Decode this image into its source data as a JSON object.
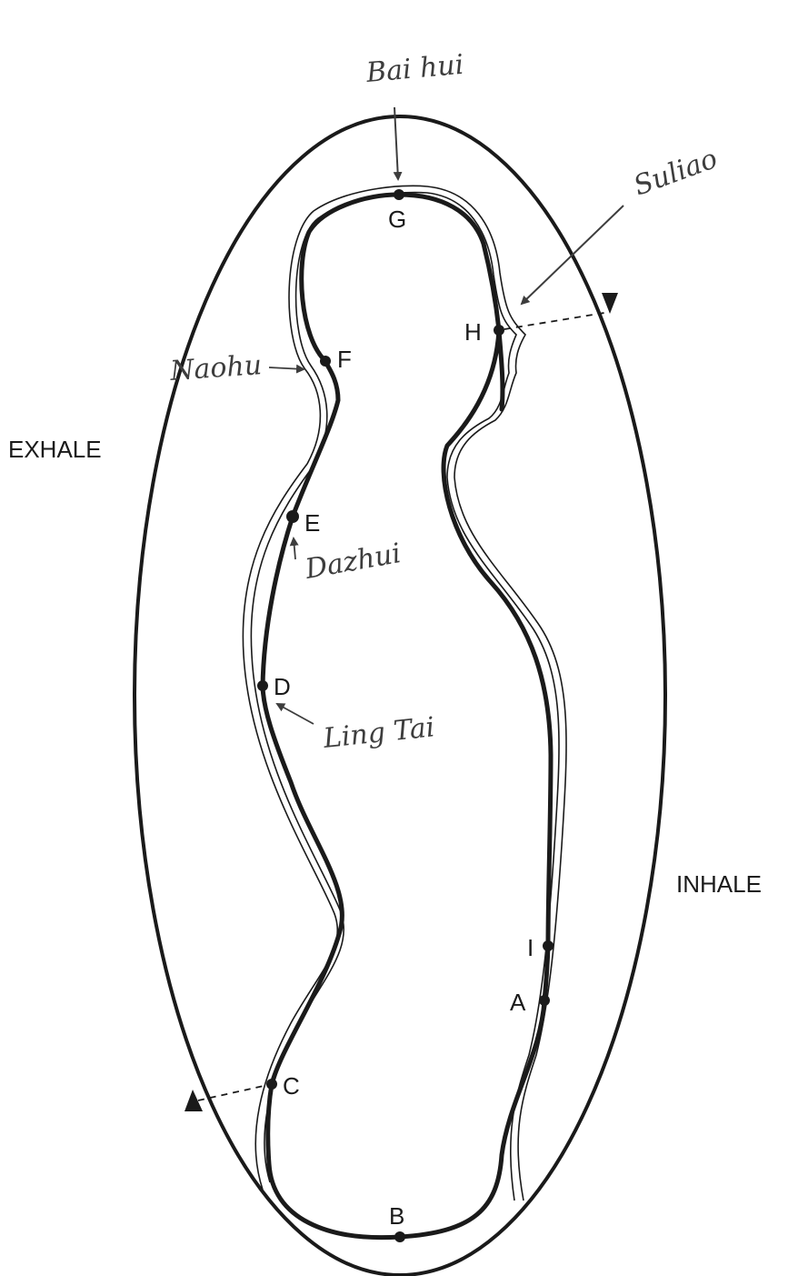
{
  "side_labels": {
    "exhale": "EXHALE",
    "inhale": "INHALE"
  },
  "points": {
    "A": "A",
    "B": "B",
    "C": "C",
    "D": "D",
    "E": "E",
    "F": "F",
    "G": "G",
    "H": "H",
    "I": "I"
  },
  "annotations": {
    "baihui": "Bai hui",
    "suliao": "Suliao",
    "naohu": "Naohu",
    "dazhui": "Dazhui",
    "lingtai": "Ling Tai"
  },
  "colors": {
    "ink": "#1a1a1a",
    "pencil": "#3d3d3d",
    "paper": "#ffffff"
  }
}
